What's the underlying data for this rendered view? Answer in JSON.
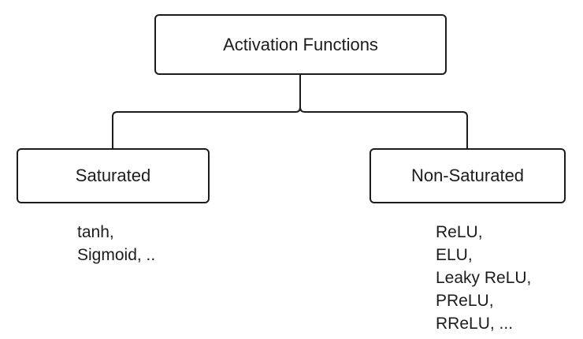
{
  "tree": {
    "root": {
      "label": "Activation Functions"
    },
    "branches": [
      {
        "label": "Saturated",
        "items": [
          "tanh,",
          "Sigmoid, .."
        ]
      },
      {
        "label": "Non-Saturated",
        "items": [
          "ReLU,",
          "ELU,",
          "Leaky ReLU,",
          "PReLU,",
          "RReLU, ..."
        ]
      }
    ]
  },
  "colors": {
    "background": "#ffffff",
    "node_fill": "#ffffff",
    "line": "#1c1c1c",
    "text": "#1c1c1c"
  }
}
